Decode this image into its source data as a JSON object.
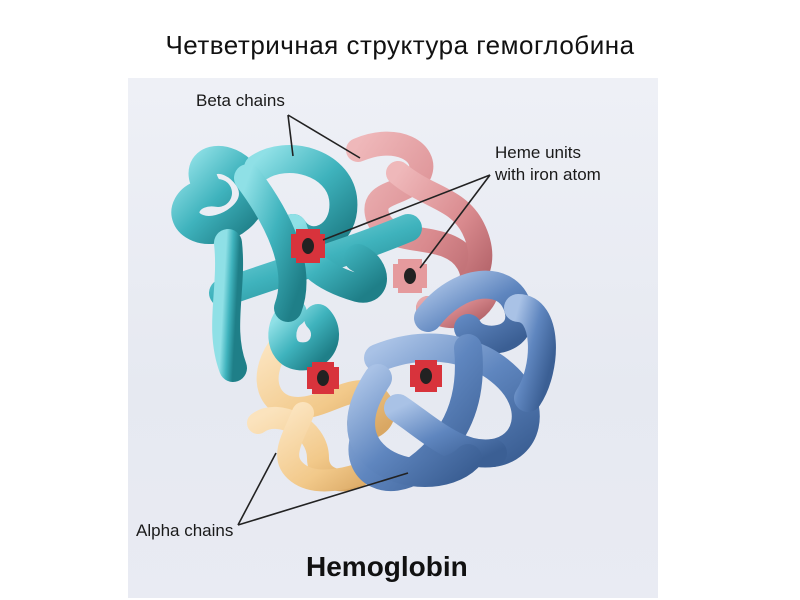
{
  "title": "Четветричная структура гемоглобина",
  "figure": {
    "labels": {
      "beta_chains": "Beta chains",
      "heme_units": "Heme units\nwith iron atom",
      "alpha_chains": "Alpha chains"
    },
    "caption": "Hemoglobin",
    "colors": {
      "beta_chain_cyan": "#3fb3bd",
      "beta_chain_pink": "#d98a8e",
      "alpha_chain_blue": "#5f86bf",
      "alpha_chain_yellow": "#f2c98a",
      "heme": "#d8333c",
      "background": "#e9ebf3"
    }
  }
}
